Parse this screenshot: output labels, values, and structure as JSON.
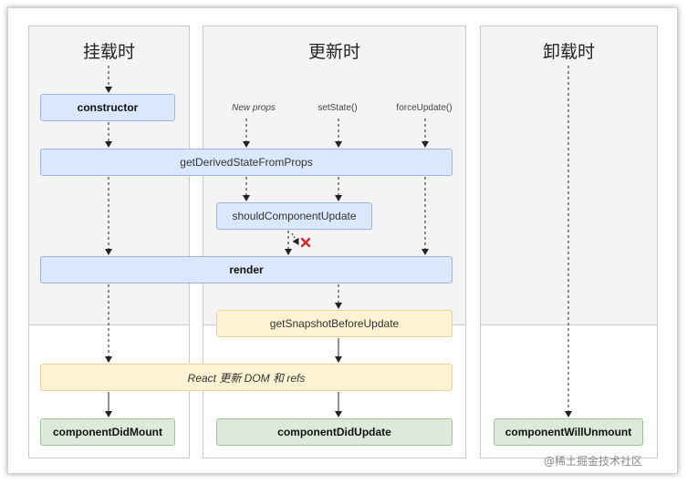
{
  "columns": {
    "mounting": "挂载时",
    "updating": "更新时",
    "unmounting": "卸载时"
  },
  "triggers": {
    "new_props": "New props",
    "set_state": "setState()",
    "force_update": "forceUpdate()"
  },
  "boxes": {
    "constructor": "constructor",
    "get_derived": "getDerivedStateFromProps",
    "should_update": "shouldComponentUpdate",
    "render": "render",
    "get_snapshot": "getSnapshotBeforeUpdate",
    "react_update": "React 更新 DOM 和 refs",
    "did_mount": "componentDidMount",
    "did_update": "componentDidUpdate",
    "will_unmount": "componentWillUnmount"
  },
  "watermark": "@稀土掘金技术社区",
  "colors": {
    "blue_box": "#dbe8fb",
    "yellow_box": "#fdf3d2",
    "green_box": "#dcebd9",
    "reject_mark": "#d9262b"
  }
}
